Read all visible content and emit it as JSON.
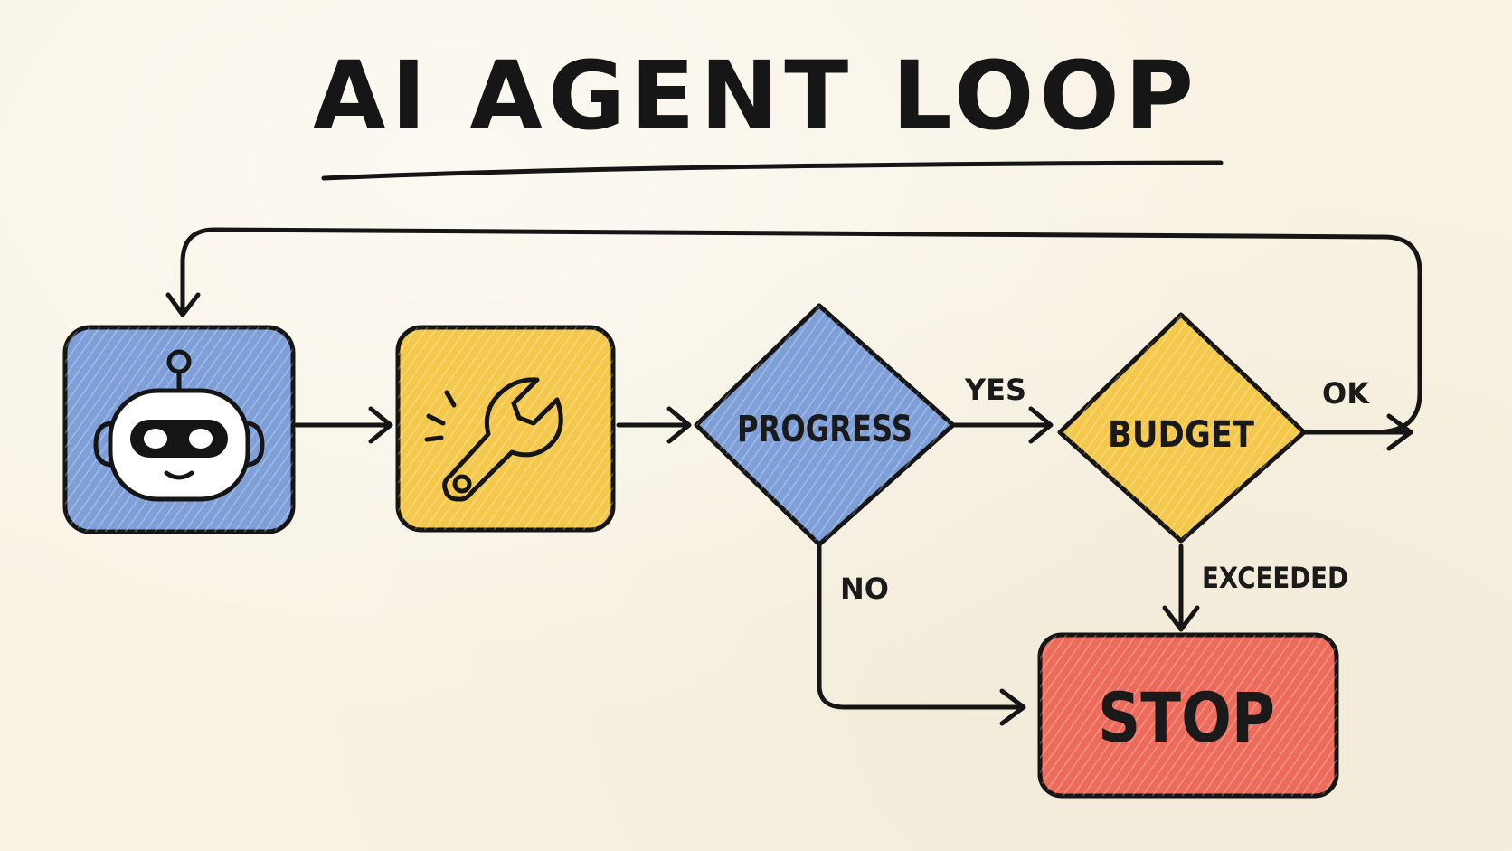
{
  "title": "AI AGENT LOOP",
  "colors": {
    "background": "#f8f2e3",
    "ink": "#151515",
    "blue": "#7f9fd9",
    "yellow": "#f4c84a",
    "red": "#ec6b5a"
  },
  "nodes": {
    "agent": {
      "icon": "robot-icon",
      "color": "#7f9fd9"
    },
    "tool": {
      "icon": "wrench-icon",
      "color": "#f4c84a"
    },
    "progress": {
      "label": "PROGRESS",
      "color": "#7f9fd9"
    },
    "budget": {
      "label": "BUDGET",
      "color": "#f4c84a"
    },
    "stop": {
      "label": "STOP",
      "color": "#ec6b5a"
    }
  },
  "edges": {
    "yes": "YES",
    "ok": "OK",
    "no": "NO",
    "exceeded": "EXCEEDED"
  }
}
